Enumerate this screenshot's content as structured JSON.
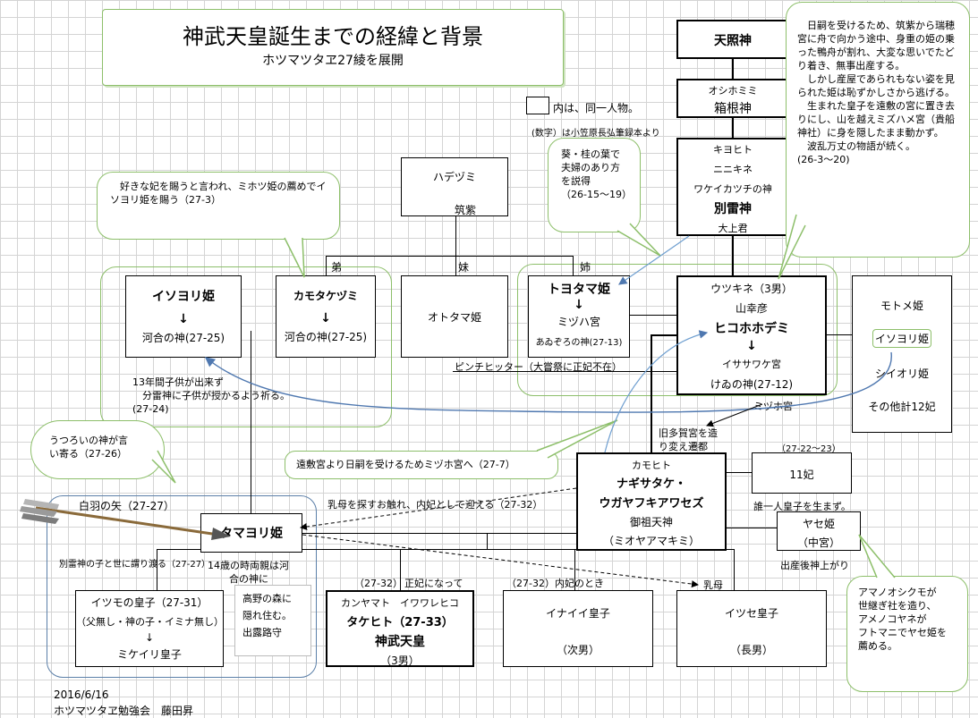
{
  "title": {
    "main": "神武天皇誕生までの経緯と背景",
    "sub": "ホツマツタヱ27綾を展開"
  },
  "legend": {
    "same_person": "内は、同一人物。",
    "source": "(数字）は小笠原長弘筆録本より"
  },
  "nodes": {
    "amaterasu": "天照神",
    "oshihomimi": {
      "top": "オシホミミ",
      "main": "箱根神"
    },
    "kiyohito": {
      "l1": "キヨヒト",
      "l2": "ニニキネ",
      "l3": "ワケイカツチの神",
      "l4": "別雷神",
      "l5": "大上君"
    },
    "hadezumi": {
      "name": "ハデヅミ",
      "place": "筑紫"
    },
    "relations": {
      "younger_brother": "弟",
      "younger_sister": "妹",
      "elder_sister": "姉"
    },
    "isoyori": {
      "name": "イソヨリ姫",
      "arrow": "↓",
      "god": "河合の神(27-25)"
    },
    "kamotakezumi": {
      "name": "カモタケヅミ",
      "arrow": "↓",
      "god": "河合の神(27-25)"
    },
    "ototama": "オトタマ姫",
    "toyotama": {
      "name": "トヨタマ姫",
      "arrow": "↓",
      "shrine": "ミヅハ宮",
      "god": "あゐぞろの神(27-13)"
    },
    "pinch_hitter": "ピンチヒッター（大嘗祭に正妃不在）",
    "utsukine": {
      "l1": "ウツキネ（3男）",
      "l2": "山幸彦",
      "l3": "ヒコホホデミ",
      "arrow": "↓",
      "l4": "イササワケ宮",
      "l5": "けゐの神(27-12)"
    },
    "motome": {
      "title": "モトメ姫",
      "isoyori": "イソヨリ姫",
      "shiori": "シイオリ姫",
      "others": "その他計12妃"
    },
    "mizuho": "ミヅホ宮",
    "kyuutaga": {
      "l1": "旧多賀宮を造",
      "l2": "り変え遷都"
    },
    "kamohito": {
      "l1": "カモヒト",
      "l2": "ナギサタケ・",
      "l3": "ウガヤフキアワセズ",
      "l4": "御祖天神",
      "l5": "（ミオヤアマキミ）"
    },
    "eleven": {
      "label": "11妃",
      "cite": "（27-22～23）",
      "note": "誰一人皇子を生まず。"
    },
    "yase": {
      "name": "ヤセ姫",
      "rank": "（中宮）",
      "note": "出産後神上がり"
    },
    "tamayori": "タマヨリ姫",
    "shirahane": "白羽の矢（27-27）",
    "tamayori_note": {
      "l1": "14歳の時両親は河",
      "l2": "合の神に"
    },
    "hidden": {
      "l1": "高野の森に",
      "l2": "隠れ住む。",
      "l3": "出露路守"
    },
    "ikazuchi_marry": "別雷神の子と世に謂り渡る（27-27）",
    "itsumo": {
      "l1": "イツモの皇子（27-31）",
      "l2": "（父無し・神の子・イミナ無し）",
      "arrow": "↓",
      "l3": "ミケイリ皇子"
    },
    "jinmu": {
      "cite": "（27-32）",
      "role": "正妃になって",
      "l1": "カンヤマト　イワワレヒコ",
      "l2": "タケヒト（27-33）",
      "l3": "神武天皇",
      "l4": "（3男）"
    },
    "inai": {
      "cite": "（27-32）",
      "role": "内妃のとき",
      "name": "イナイイ皇子",
      "rank": "（次男）"
    },
    "itsuse": {
      "role": "乳母",
      "name": "イツセ皇子",
      "rank": "（長男）"
    }
  },
  "notes": {
    "top_right": [
      "　日嗣を受けるため、筑紫から瑞穂宮に舟で向かう途中、身重の姫の乗った鴨舟が割れ、大変な思いでたどり着き、無事出産する。",
      "　しかし産屋であられもない姿を見られた姫は恥ずかしさから逃げる。",
      "　生まれた皇子を遠敷の宮に置き去りにし、山を越えミズハメ宮（貴船神社）に身を隠したまま動かず。",
      "　波乱万丈の物語が続く。",
      "(26-3～20)"
    ],
    "isoyori_bubble": "　好きな妃を賜うと言われ、ミホツ姫の薦めでイソヨリ姫を賜う（27-3）",
    "toyotama_bubble": [
      "葵・桂の葉で",
      "夫婦のあり方",
      "を説得",
      "（26-15～19）"
    ],
    "thirteen": [
      "13年間子供が出来ず",
      "　分雷神に子供が授かるよう祈る。",
      "(27-24)"
    ],
    "cloud": [
      "うつろいの神が言",
      "い寄る（27-26）"
    ],
    "enshiki": "遠敷宮より日嗣を受けるためミヅホ宮へ（27-7）",
    "nurse": "乳母を探すお触れ、内妃として迎える（27-32）",
    "ame": [
      "アマノオシクモが",
      "世継ぎ社を造り、",
      "アメノコヤネが",
      "フトマニでヤセ姫を",
      "薦める。"
    ]
  },
  "footer": {
    "date": "2016/6/16",
    "author": "ホツマツタヱ勉強会　藤田昇"
  }
}
